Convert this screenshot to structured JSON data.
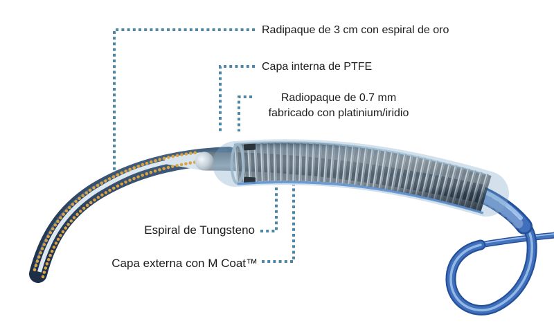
{
  "figure": {
    "kind": "guidewire-construction-diagram",
    "labels": {
      "gold_spiral": "Radipaque de 3 cm con espiral de oro",
      "ptfe_liner": "Capa interna de PTFE",
      "platinum_marker": "Radiopaque de 0.7 mm\nfabricado con platinium/iridio",
      "tungsten_coil": "Espiral de Tungsteno",
      "outer_coat": "Capa externa con M Coat™"
    },
    "colors": {
      "leader_dots": "#4e86a5",
      "label_text": "#1b1b1b",
      "tip_shell_navy": "#2c4160",
      "gold_spiral": "#d9a243",
      "core_gray": "#6b7983",
      "coil_ring_silver": "#c2d0d9",
      "coat_blue": "#4070bb",
      "coat_blue_dark": "#24509b",
      "coat_blue_highlight": "#9cc0ea"
    }
  }
}
